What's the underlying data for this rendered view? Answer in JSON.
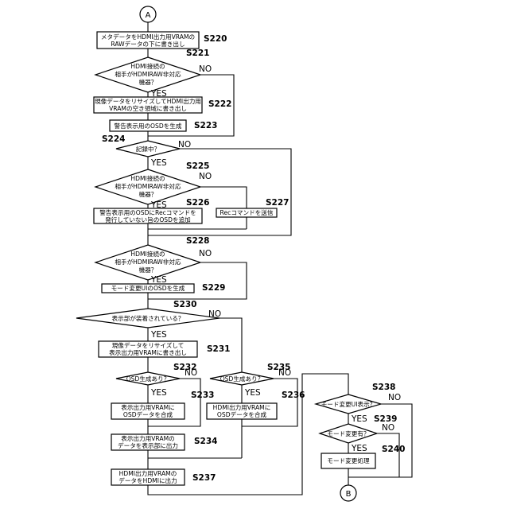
{
  "connectors": {
    "start": "A",
    "end": "B"
  },
  "steps": {
    "S220": {
      "label": "S220",
      "lines": [
        "メタデータをHDMI出力用VRAMの",
        "RAWデータの下に書き出し"
      ]
    },
    "S221": {
      "label": "S221",
      "lines": [
        "HDMI接続の",
        "相手がHDMIRAW非対応",
        "機器？"
      ]
    },
    "S222": {
      "label": "S222",
      "lines": [
        "現像データをリサイズしてHDMI出力用",
        "VRAMの空き領域に書き出し"
      ]
    },
    "S223": {
      "label": "S223",
      "lines": [
        "警告表示用のOSDを生成"
      ]
    },
    "S224": {
      "label": "S224",
      "lines": [
        "記録中？"
      ]
    },
    "S225": {
      "label": "S225",
      "lines": [
        "HDMI接続の",
        "相手がHDMIRAW非対応",
        "機器？"
      ]
    },
    "S226": {
      "label": "S226",
      "lines": [
        "警告表示用のOSDにRecコマンドを",
        "発行していない旨のOSDを追加"
      ]
    },
    "S227": {
      "label": "S227",
      "lines": [
        "Recコマンドを送信"
      ]
    },
    "S228": {
      "label": "S228",
      "lines": [
        "HDMI接続の",
        "相手がHDMIRAW非対応",
        "機器？"
      ]
    },
    "S229": {
      "label": "S229",
      "lines": [
        "モード変更UIのOSDを生成"
      ]
    },
    "S230": {
      "label": "S230",
      "lines": [
        "表示部が装着されている？"
      ]
    },
    "S231": {
      "label": "S231",
      "lines": [
        "現像データをリサイズして",
        "表示出力用VRAMに書き出し"
      ]
    },
    "S232": {
      "label": "S232",
      "lines": [
        "OSD生成あり？"
      ]
    },
    "S233": {
      "label": "S233",
      "lines": [
        "表示出力用VRAMに",
        "OSDデータを合成"
      ]
    },
    "S234": {
      "label": "S234",
      "lines": [
        "表示出力用VRAMの",
        "データを表示部に出力"
      ]
    },
    "S235": {
      "label": "S235",
      "lines": [
        "OSD生成あり？"
      ]
    },
    "S236": {
      "label": "S236",
      "lines": [
        "HDMI出力用VRAMに",
        "OSDデータを合成"
      ]
    },
    "S237": {
      "label": "S237",
      "lines": [
        "HDMI出力用VRAMの",
        "データをHDMIに出力"
      ]
    },
    "S238": {
      "label": "S238",
      "lines": [
        "モード変更UI表示？"
      ]
    },
    "S239": {
      "label": "S239",
      "lines": [
        "モード変更有？"
      ]
    },
    "S240": {
      "label": "S240",
      "lines": [
        "モード変更処理"
      ]
    }
  },
  "branch_labels": {
    "yes": "YES",
    "no": "NO"
  }
}
